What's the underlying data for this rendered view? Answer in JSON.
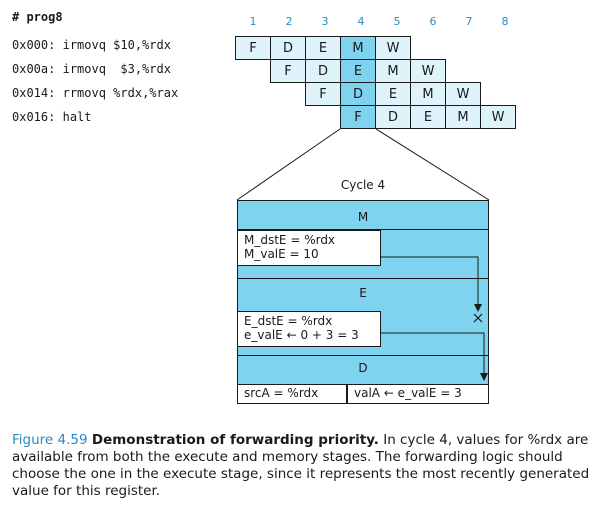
{
  "program": {
    "title": "# prog8",
    "lines": [
      {
        "addr": "0x000:",
        "instr": "irmovq $10,%rdx"
      },
      {
        "addr": "0x00a:",
        "instr": "irmovq  $3,%rdx"
      },
      {
        "addr": "0x014:",
        "instr": "rrmovq %rdx,%rax"
      },
      {
        "addr": "0x016:",
        "instr": "halt"
      }
    ]
  },
  "cycles": [
    "1",
    "2",
    "3",
    "4",
    "5",
    "6",
    "7",
    "8"
  ],
  "pipeline_rows": [
    [
      "F",
      "D",
      "E",
      "M",
      "W"
    ],
    [
      "F",
      "D",
      "E",
      "M",
      "W"
    ],
    [
      "F",
      "D",
      "E",
      "M",
      "W"
    ],
    [
      "F",
      "D",
      "E",
      "M",
      "W"
    ]
  ],
  "highlighted_cycle": "4",
  "detail": {
    "cycle_label": "Cycle 4",
    "stage_m": "M",
    "stage_e": "E",
    "stage_d": "D",
    "m_dstE": "M_dstE = %rdx",
    "m_valE": "M_valE = 10",
    "e_dstE": "E_dstE = %rdx",
    "e_valE": "e_valE ← 0 + 3 = 3",
    "srcA": "srcA = %rdx",
    "valA": "valA ← e_valE = 3"
  },
  "caption": {
    "number": "Figure 4.59",
    "title": "Demonstration of forwarding priority.",
    "body": "In cycle 4, values for %rdx are available from both the execute and memory stages. The forwarding logic should choose the one in the execute stage, since it represents the most recently generated value for this register."
  },
  "colors": {
    "stage_fill": "#dff3fb",
    "highlight_fill": "#7fd3ee",
    "accent": "#2a8bc3"
  }
}
